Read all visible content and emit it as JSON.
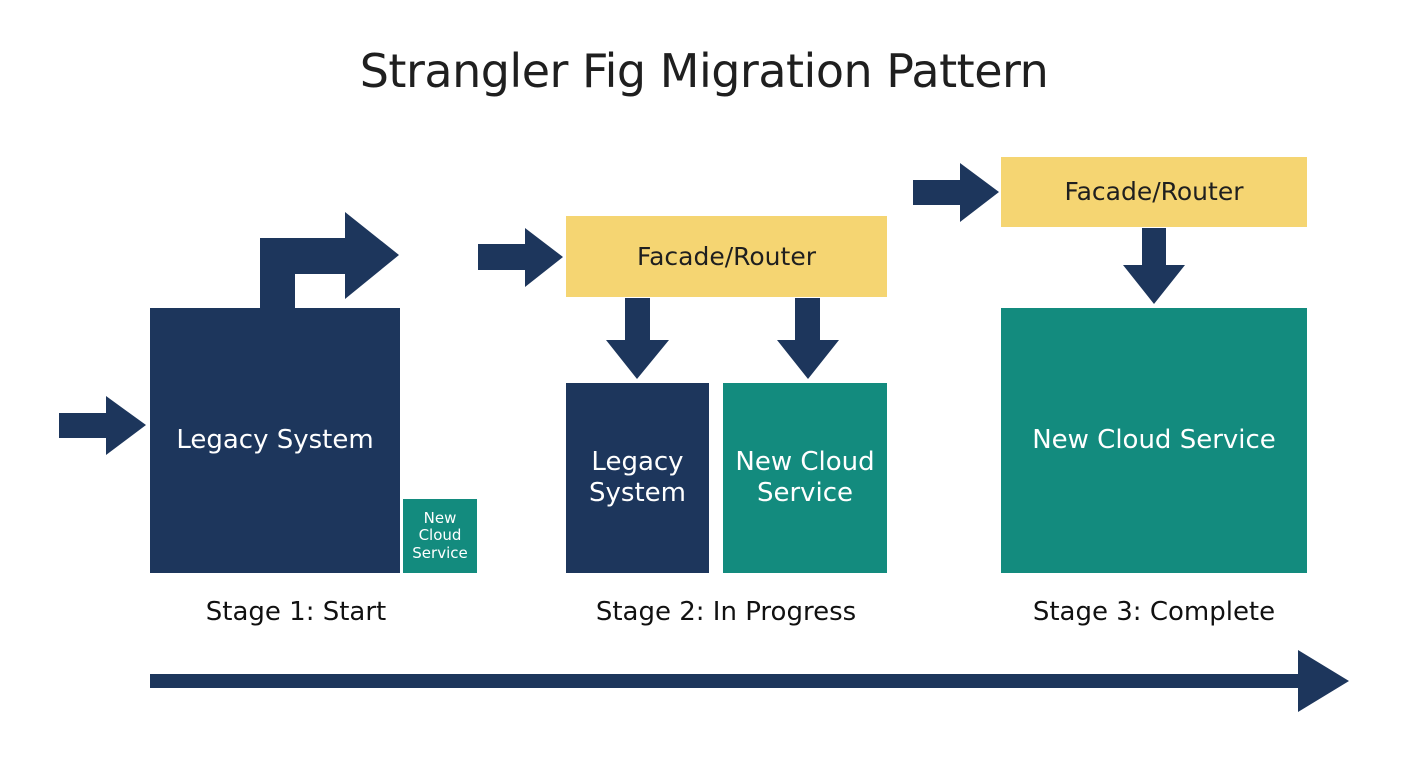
{
  "title": "Strangler Fig Migration Pattern",
  "colors": {
    "legacy": "#1d365c",
    "cloud": "#138b7e",
    "facade": "#f5d572",
    "arrow": "#1d365c"
  },
  "stages": [
    {
      "label": "Stage 1: Start",
      "legacy_label": "Legacy System",
      "cloud_label": "New\nCloud\nService"
    },
    {
      "label": "Stage 2: In Progress",
      "facade_label": "Facade/Router",
      "legacy_label": "Legacy\nSystem",
      "cloud_label": "New Cloud\nService"
    },
    {
      "label": "Stage 3: Complete",
      "facade_label": "Facade/Router",
      "cloud_label": "New Cloud Service"
    }
  ]
}
